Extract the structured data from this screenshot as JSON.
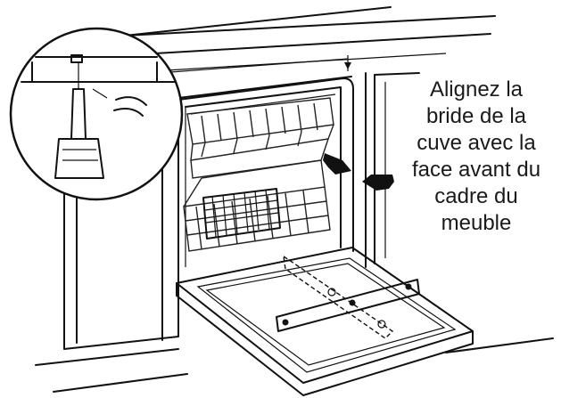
{
  "caption": {
    "lines": [
      "Alignez la",
      "bride de la",
      "cuve avec la",
      "face avant du",
      "cadre du",
      "meuble"
    ]
  },
  "colors": {
    "line": "#111111",
    "background": "#ffffff",
    "text": "#1a1a1a"
  },
  "icons": {
    "arrow_left": "black-arrow-pointing-right",
    "arrow_right": "black-arrow-pointing-left"
  }
}
